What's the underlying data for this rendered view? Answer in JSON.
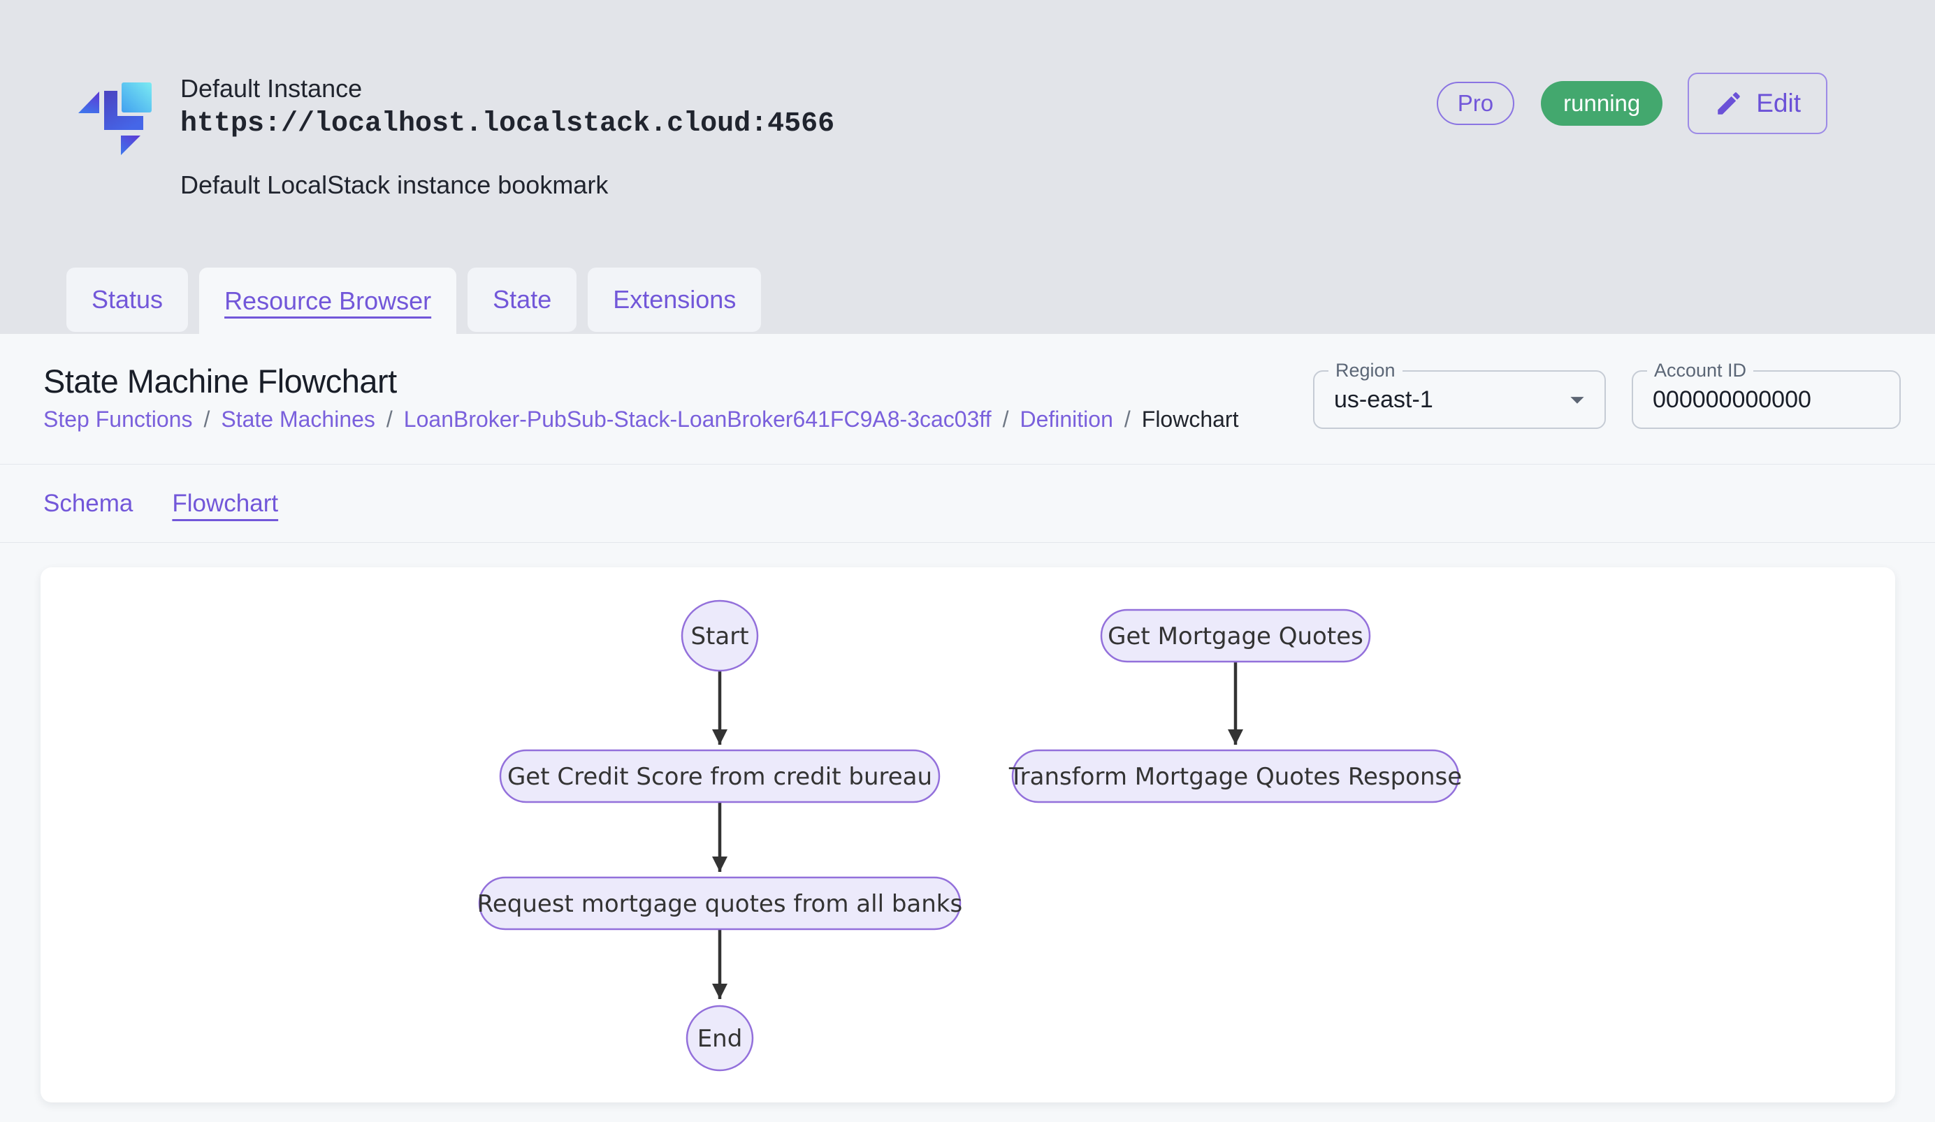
{
  "header": {
    "instance_name": "Default Instance",
    "endpoint_url": "https://localhost.localstack.cloud:4566",
    "description": "Default LocalStack instance bookmark",
    "pro_badge": "Pro",
    "status_badge": "running",
    "edit_button": "Edit"
  },
  "tabs": [
    {
      "label": "Status"
    },
    {
      "label": "Resource Browser"
    },
    {
      "label": "State"
    },
    {
      "label": "Extensions"
    }
  ],
  "page": {
    "title": "State Machine Flowchart",
    "separator": "/",
    "breadcrumb": [
      {
        "label": "Step Functions"
      },
      {
        "label": "State Machines"
      },
      {
        "label": "LoanBroker-PubSub-Stack-LoanBroker641FC9A8-3cac03ff"
      },
      {
        "label": "Definition"
      },
      {
        "label": "Flowchart"
      }
    ],
    "region": {
      "label": "Region",
      "value": "us-east-1"
    },
    "account": {
      "label": "Account ID",
      "value": "000000000000"
    }
  },
  "subtabs": [
    {
      "label": "Schema"
    },
    {
      "label": "Flowchart"
    }
  ],
  "flowchart": {
    "nodes": [
      {
        "id": "start",
        "shape": "ellipse",
        "label": "Start"
      },
      {
        "id": "get-credit-score",
        "shape": "stadium",
        "label": "Get Credit Score from credit bureau"
      },
      {
        "id": "request-quotes",
        "shape": "stadium",
        "label": "Request mortgage quotes from all banks"
      },
      {
        "id": "end",
        "shape": "ellipse",
        "label": "End"
      },
      {
        "id": "get-mortgage-quotes",
        "shape": "stadium",
        "label": "Get Mortgage Quotes"
      },
      {
        "id": "transform-response",
        "shape": "stadium",
        "label": "Transform Mortgage Quotes Response"
      }
    ],
    "edges": [
      {
        "from": "start",
        "to": "get-credit-score"
      },
      {
        "from": "get-credit-score",
        "to": "request-quotes"
      },
      {
        "from": "request-quotes",
        "to": "end"
      },
      {
        "from": "get-mortgage-quotes",
        "to": "transform-response"
      }
    ],
    "colors": {
      "node_fill": "#ECEAFB",
      "node_border": "#9370DB",
      "arrow": "#333333"
    }
  },
  "colors": {
    "accent_purple": "#7257D9",
    "status_green": "#43A86E",
    "header_bg": "#E2E4E9",
    "panel_bg": "#F6F8FA",
    "card_bg": "#FFFFFF"
  }
}
